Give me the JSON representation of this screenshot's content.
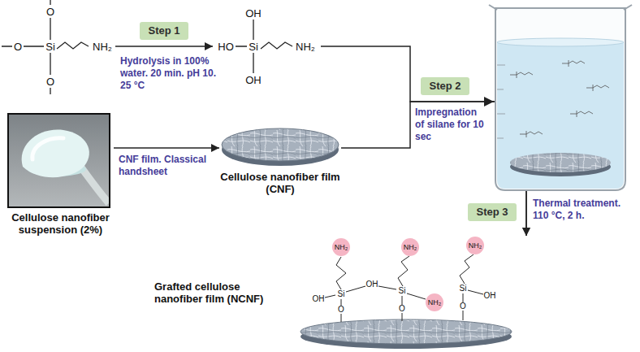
{
  "diagram": {
    "nodes": [
      {
        "text": [
          "O",
          "O",
          "Si",
          "NH₂",
          "O"
        ]
      },
      {
        "text": [
          "Step 1"
        ]
      },
      {
        "text": [
          "OH",
          "HO",
          "Si",
          "NH₂",
          "OH"
        ]
      },
      {
        "text": [
          "Step 2"
        ]
      },
      {
        "text": [
          "Cellulose nanofiber suspension (2%)"
        ]
      },
      {
        "text": [
          "Cellulose nanofiber film (CNF)"
        ]
      },
      {
        "text": [
          "Step 3"
        ]
      },
      {
        "text": [
          "Grafted cellulose nanofiber film (NCNF)",
          "NH₂",
          "NH₂",
          "NH₂",
          "OH",
          "Si",
          "OH",
          "Si",
          "Si",
          "OH",
          "NH₂",
          "O",
          "O",
          "O"
        ]
      }
    ],
    "edges": [
      {
        "from": 0,
        "to": 2,
        "arrow": "to",
        "label": "Hydrolysis in 100% water. 20 min. pH 10. 25 °C"
      },
      {
        "from": 4,
        "to": 5,
        "arrow": "to",
        "label": "CNF film. Classical handsheet"
      },
      {
        "from": 2,
        "to": 7,
        "arrow": "to"
      },
      {
        "from": 5,
        "to": 7,
        "arrow": "to"
      }
    ],
    "labels": [
      "Impregnation of silane for 10 sec",
      "Thermal treatment. 110 °C, 2 h."
    ]
  }
}
